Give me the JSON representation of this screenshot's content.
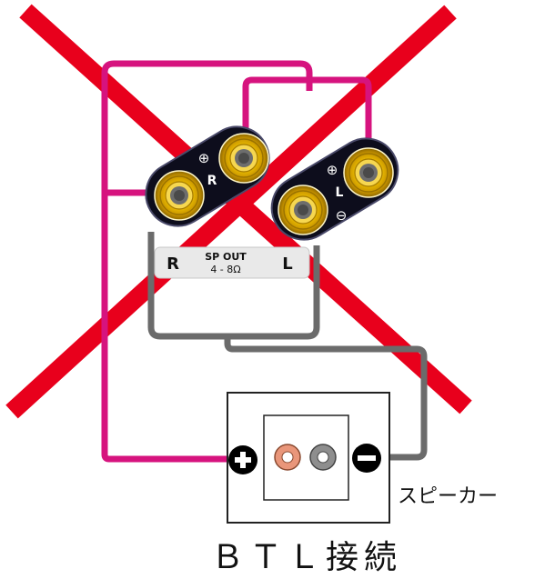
{
  "amp_panel": {
    "title": "SP OUT",
    "impedance": "4 - 8Ω",
    "right_label": "R",
    "left_label": "L",
    "plus_symbol": "⊕",
    "minus_symbol": "⊖"
  },
  "speaker": {
    "label": "スピーカー"
  },
  "caption": "ＢＴＬ接続",
  "colors": {
    "cross": "#e8001c",
    "pink_wire": "#d6137e",
    "gray_wire": "#6b6b6b",
    "terminal_plate": "#0d0d1c",
    "gold": "#e0b000"
  },
  "icons": [
    "big-red-x-cross-icon",
    "binding-post-icon",
    "plus-circle-icon",
    "minus-circle-icon"
  ]
}
